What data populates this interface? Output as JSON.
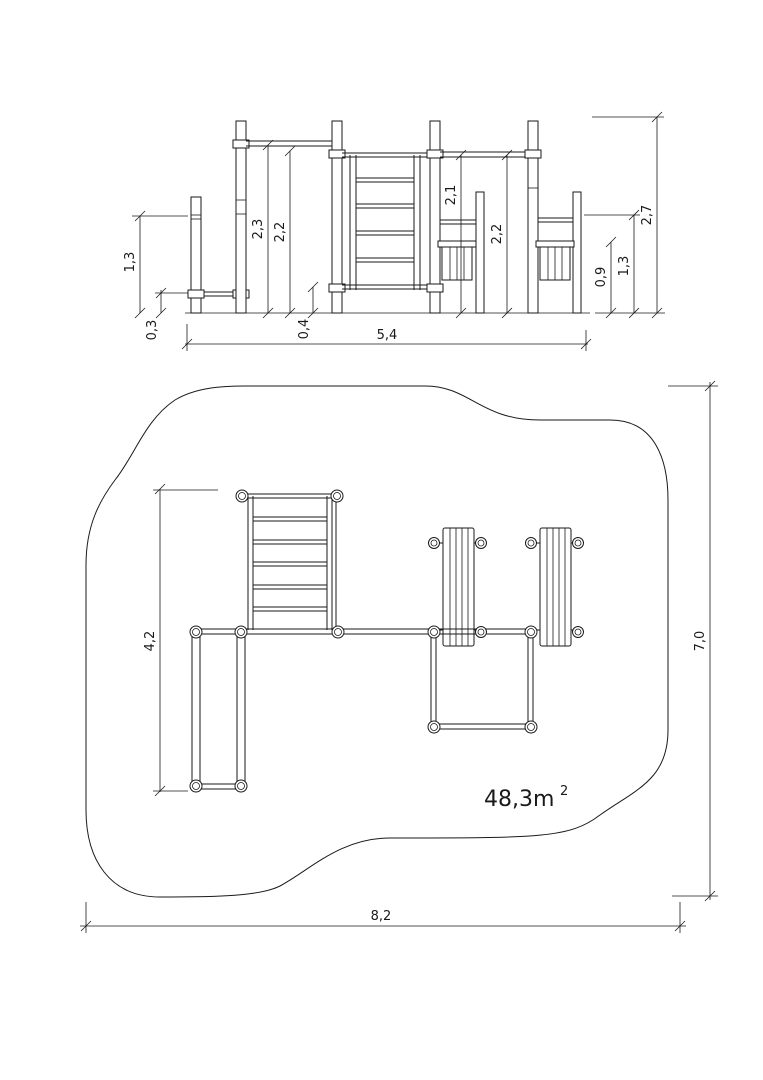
{
  "elevation_dimensions": {
    "bar_height_low": "1,3",
    "bar_offset_low": "0,3",
    "post_height_a": "2,3",
    "post_height_b": "2,2",
    "ladder_offset": "0,4",
    "post_height_c": "2,1",
    "post_height_d": "2,2",
    "total_height": "2,7",
    "bench_height": "1,3",
    "bench_seat": "0,9",
    "overall_width": "5,4"
  },
  "plan_dimensions": {
    "depth": "4,2",
    "site_width": "8,2",
    "site_depth": "7,0"
  },
  "area": {
    "value": "48,3m",
    "superscript": "2"
  }
}
